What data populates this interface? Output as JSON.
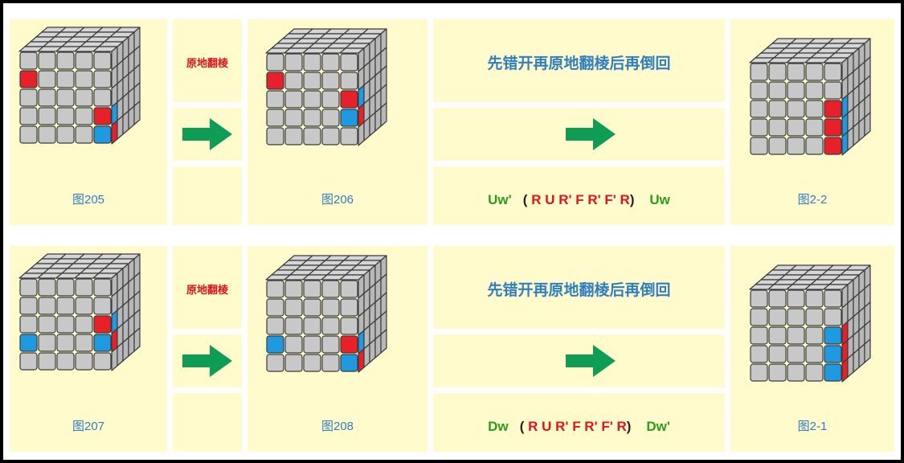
{
  "colors": {
    "background": "#fffbcc",
    "red": "#e8202a",
    "blue": "#1f9ae0",
    "gray": "#c8c8c8",
    "arrow": "#0f9d55",
    "caption": "#2f7fc0",
    "move_green": "#2e9a1e",
    "move_red": "#e0141c"
  },
  "rows": [
    {
      "fig_a": "图205",
      "fig_b": "图206",
      "fig_c": "图2-2",
      "flip_label": "原地翻棱",
      "desc": "先错开再原地翻棱后再倒回",
      "alg_pre": "Uw'",
      "alg_open": "(",
      "alg_body": "R U R' F R' F' R",
      "alg_close": ")",
      "alg_post": "Uw"
    },
    {
      "fig_a": "图207",
      "fig_b": "图208",
      "fig_c": "图2-1",
      "flip_label": "原地翻棱",
      "desc": "先错开再原地翻棱后再倒回",
      "alg_pre": "Dw",
      "alg_open": "(",
      "alg_body": "R U R' F R' F' R",
      "alg_close": ")",
      "alg_post": "Dw'"
    }
  ],
  "cube_states": [
    {
      "front": {
        "1-0": "red",
        "3-4": "red",
        "4-4": "blue"
      },
      "right": {
        "3-0": "blue",
        "4-0": "red"
      }
    },
    {
      "front": {
        "1-0": "red",
        "2-4": "red",
        "3-4": "blue"
      },
      "right": {
        "2-0": "blue",
        "3-0": "red"
      }
    },
    {
      "front": {
        "2-4": "red",
        "3-4": "red",
        "4-4": "red"
      },
      "right": {
        "2-0": "blue",
        "3-0": "blue",
        "4-0": "blue"
      }
    },
    {
      "front": {
        "2-4": "red",
        "3-4": "blue",
        "3-0": "blue"
      },
      "right": {
        "2-0": "blue",
        "3-0": "red"
      }
    },
    {
      "front": {
        "3-0": "blue",
        "3-4": "red",
        "4-4": "blue"
      },
      "right": {
        "3-0": "blue",
        "4-0": "red"
      }
    },
    {
      "front": {
        "2-4": "blue",
        "3-4": "blue",
        "4-4": "blue"
      },
      "right": {
        "2-0": "red",
        "3-0": "red",
        "4-0": "red"
      }
    }
  ]
}
